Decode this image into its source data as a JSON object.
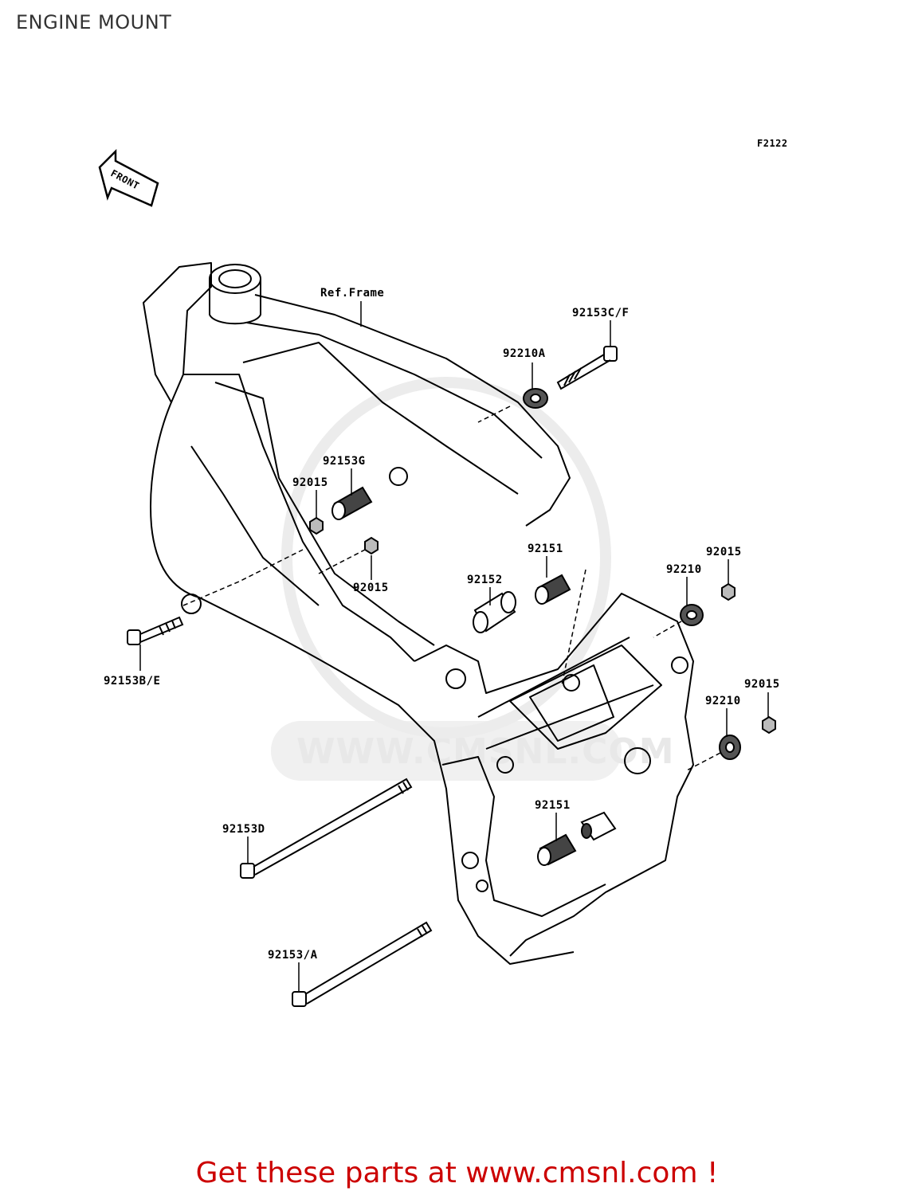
{
  "page": {
    "title": "ENGINE MOUNT",
    "figure_code": "F2122",
    "front_label": "FRONT",
    "cta_text": "Get these parts at www.cmsnl.com !",
    "cta_color": "#cc0000"
  },
  "watermark": {
    "text": "WWW.CMSNL.COM"
  },
  "callouts": {
    "ref_frame": "Ref.Frame",
    "p92153cf": "92153C/F",
    "p92210a": "92210A",
    "p92153g": "92153G",
    "p92015_a": "92015",
    "p92015_b": "92015",
    "p92151_a": "92151",
    "p92152": "92152",
    "p92015_c": "92015",
    "p92210_a": "92210",
    "p92153be": "92153B/E",
    "p92015_d": "92015",
    "p92210_b": "92210",
    "p92153d": "92153D",
    "p92151_b": "92151",
    "p92153a": "92153/A"
  }
}
